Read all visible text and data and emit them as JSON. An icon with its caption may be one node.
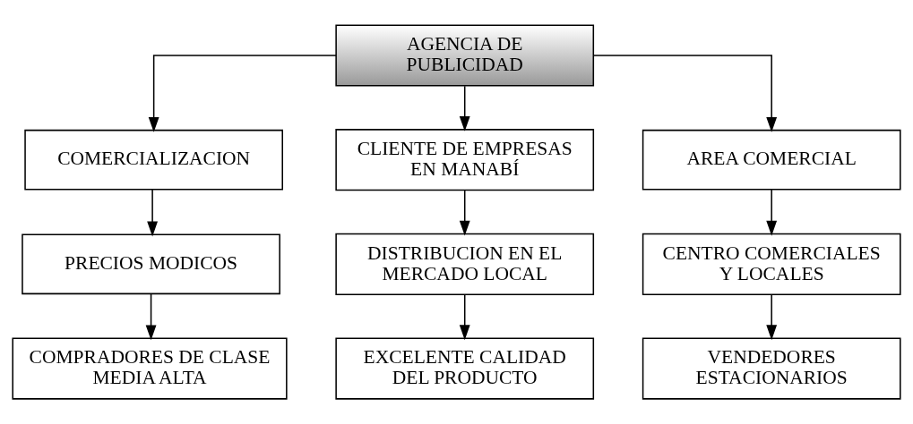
{
  "diagram": {
    "nodes": [
      {
        "text": [
          "AGENCIA DE PUBLICIDAD"
        ]
      },
      {
        "text": [
          "COMERCIALIZACION"
        ]
      },
      {
        "text": [
          "CLIENTE DE EMPRESAS EN MANABÍ"
        ]
      },
      {
        "text": [
          "AREA COMERCIAL"
        ]
      },
      {
        "text": [
          "PRECIOS MODICOS"
        ]
      },
      {
        "text": [
          "DISTRIBUCION EN EL MERCADO LOCAL"
        ]
      },
      {
        "text": [
          "CENTRO COMERCIALES Y LOCALES"
        ]
      },
      {
        "text": [
          "COMPRADORES DE CLASE MEDIA ALTA"
        ]
      },
      {
        "text": [
          "EXCELENTE CALIDAD DEL PRODUCTO"
        ]
      },
      {
        "text": [
          "VENDEDORES ESTACIONARIOS"
        ]
      }
    ],
    "edges": [
      {
        "from": 0,
        "to": 1,
        "arrow": "to"
      },
      {
        "from": 0,
        "to": 2,
        "arrow": "to"
      },
      {
        "from": 0,
        "to": 3,
        "arrow": "to"
      },
      {
        "from": 1,
        "to": 4,
        "arrow": "to"
      },
      {
        "from": 4,
        "to": 7,
        "arrow": "to"
      },
      {
        "from": 2,
        "to": 5,
        "arrow": "to"
      },
      {
        "from": 5,
        "to": 8,
        "arrow": "to"
      },
      {
        "from": 3,
        "to": 6,
        "arrow": "to"
      },
      {
        "from": 6,
        "to": 9,
        "arrow": "to"
      }
    ]
  }
}
